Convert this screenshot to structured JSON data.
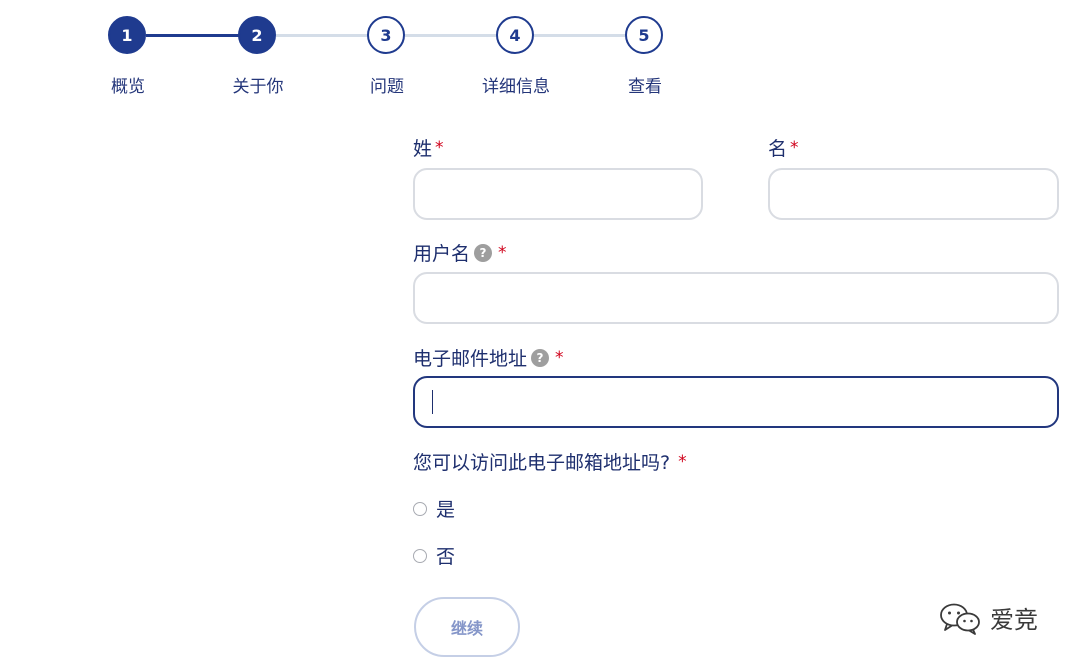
{
  "stepper": {
    "steps": [
      {
        "number": "1",
        "label": "概览",
        "state": "completed"
      },
      {
        "number": "2",
        "label": "关于你",
        "state": "current"
      },
      {
        "number": "3",
        "label": "问题",
        "state": "upcoming"
      },
      {
        "number": "4",
        "label": "详细信息",
        "state": "upcoming"
      },
      {
        "number": "5",
        "label": "查看",
        "state": "upcoming"
      }
    ]
  },
  "form": {
    "required_mark": "*",
    "last_name": {
      "label": "姓",
      "value": ""
    },
    "first_name": {
      "label": "名",
      "value": ""
    },
    "username": {
      "label": "用户名",
      "help_icon": "question-circle-icon",
      "value": ""
    },
    "email": {
      "label": "电子邮件地址",
      "help_icon": "question-circle-icon",
      "value": "",
      "focused": true
    },
    "email_access": {
      "question": "您可以访问此电子邮箱地址吗?",
      "options": [
        {
          "label": "是",
          "selected": false
        },
        {
          "label": "否",
          "selected": false
        }
      ]
    },
    "continue_label": "继续",
    "help_glyph": "?"
  },
  "watermark": {
    "text": "爱竞",
    "icon": "wechat-icon"
  },
  "colors": {
    "primary": "#1f3b8f",
    "required": "#d0021b",
    "input_border": "#d9dce2",
    "input_border_focused": "#22377e",
    "step_line_upcoming": "#d4dde8",
    "button_text_disabled": "#8596c9"
  }
}
